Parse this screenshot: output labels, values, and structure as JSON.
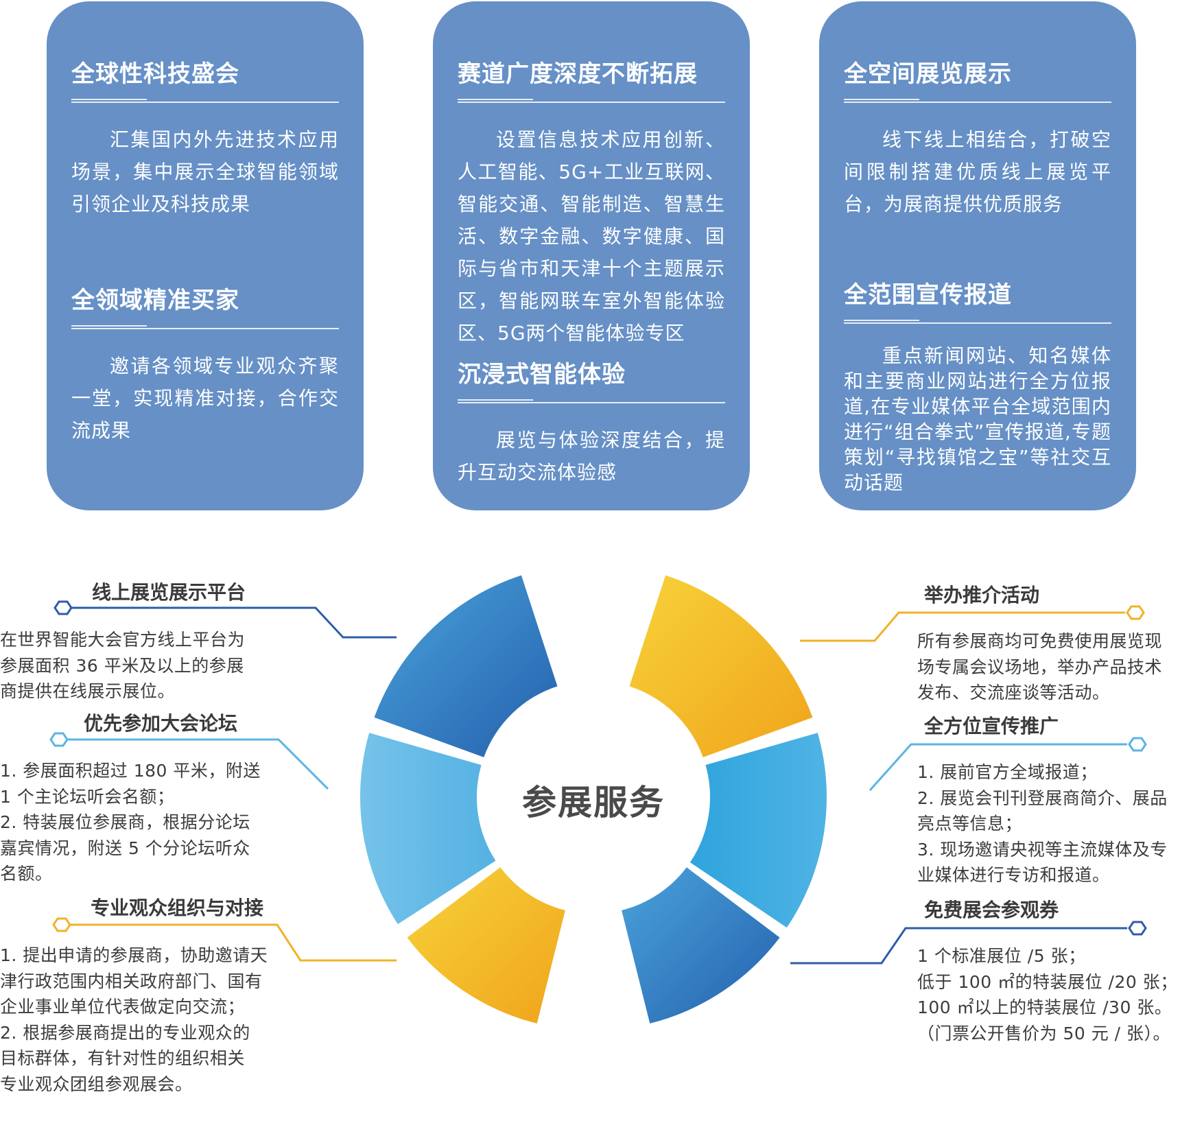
{
  "cards": [
    {
      "blocks": [
        {
          "title": "全球性科技盛会",
          "lines": [
            "汇集国内外先进技术应用",
            "场景，集中展示全球智能领域",
            "引领企业及科技成果"
          ]
        },
        {
          "title": "全领域精准买家",
          "lines": [
            "邀请各领域专业观众齐聚",
            "一堂，实现精准对接，合作交",
            "流成果"
          ]
        }
      ]
    },
    {
      "blocks": [
        {
          "title": "赛道广度深度不断拓展",
          "lines": [
            "设置信息技术应用创新、人",
            "工智能、5G+工业互联网、智能交",
            "通、智能制造、智慧生活、数字金",
            "融、数字健康、国际与省市和天津",
            "十个主题展示区，智能网联车室",
            "外智能体验区、5G两个智能体验",
            "专区"
          ]
        },
        {
          "title": "沉浸式智能体验",
          "lines": [
            "展览与体验深度结合，提",
            "升互动交流体验感"
          ]
        }
      ]
    },
    {
      "blocks": [
        {
          "title": "全空间展览展示",
          "lines": [
            "线下线上相结合，打破空",
            "间限制搭建优质线上展览平",
            "台，为展商提供优质服务"
          ]
        },
        {
          "title": "全范围宣传报道",
          "lines": [
            "重点新闻网站、知名媒体",
            "和主要商业网站进行全方位报",
            "道,在专业媒体平台全域范围内",
            "进行“组合拳式”宣传报道,专题",
            "策划“寻找镇馆之宝”等社交互",
            "动话题"
          ]
        }
      ]
    }
  ],
  "center_title": "参展服务",
  "left_items": [
    {
      "title": "线上展览展示平台",
      "lines": [
        "在世界智能大会官方线上平台为",
        "参展面积 36 平米及以上的参展",
        "商提供在线展示展位。"
      ]
    },
    {
      "title": "优先参加大会论坛",
      "lines": [
        "1. 参展面积超过 180 平米，附送",
        "1 个主论坛听会名额；",
        "2. 特装展位参展商，根据分论坛",
        "嘉宾情况，附送 5 个分论坛听众",
        "名额。"
      ]
    },
    {
      "title": "专业观众组织与对接",
      "lines": [
        "1. 提出申请的参展商，协助邀请天",
        "津行政范围内相关政府部门、国有",
        "企业事业单位代表做定向交流；",
        "2. 根据参展商提出的专业观众的",
        "目标群体，有针对性的组织相关",
        "专业观众团组参观展会。"
      ]
    }
  ],
  "right_items": [
    {
      "title": "举办推介活动",
      "lines": [
        "所有参展商均可免费使用展览现",
        "场专属会议场地，举办产品技术",
        "发布、交流座谈等活动。"
      ]
    },
    {
      "title": "全方位宣传推广",
      "lines": [
        "1. 展前官方全域报道；",
        "2. 展览会刊刊登展商简介、展品",
        "亮点等信息；",
        "3. 现场邀请央视等主流媒体及专",
        "业媒体进行专访和报道。"
      ]
    },
    {
      "title": "免费展会参观券",
      "lines": [
        "1 个标准展位 /5 张；",
        "低于 100 ㎡的特装展位 /20 张；",
        "100 ㎡以上的特装展位 /30 张。",
        "（门票公开售价为 50 元 / 张）。"
      ]
    }
  ],
  "colors": {
    "card_bg": "#6690c6",
    "dark_blue": "#2a66b0",
    "light_blue": "#6cbde6",
    "mid_blue": "#3aa7de",
    "yellow": "#f2b01e",
    "line_dark_blue": "#2f5da6",
    "line_light_blue": "#59b4e3",
    "line_yellow": "#f1b227"
  }
}
